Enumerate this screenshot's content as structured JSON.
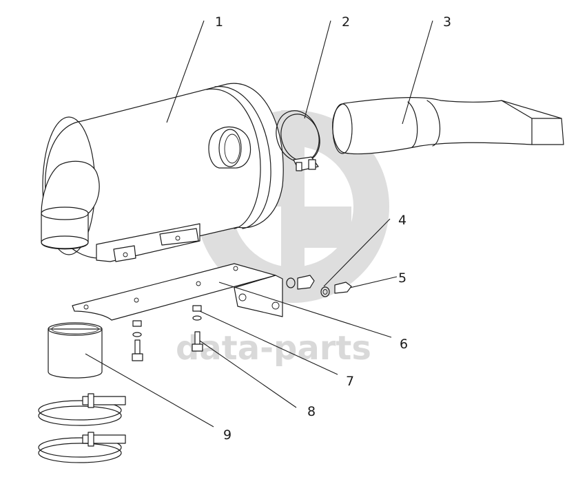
{
  "callouts": [
    {
      "label": "1"
    },
    {
      "label": "2"
    },
    {
      "label": "3"
    },
    {
      "label": "4"
    },
    {
      "label": "5"
    },
    {
      "label": "6"
    },
    {
      "label": "7"
    },
    {
      "label": "8"
    },
    {
      "label": "9"
    }
  ],
  "watermark": {
    "text": "data-parts",
    "color": "#d9d9d9"
  },
  "colors": {
    "line": "#1a1a1a",
    "background": "#ffffff"
  }
}
